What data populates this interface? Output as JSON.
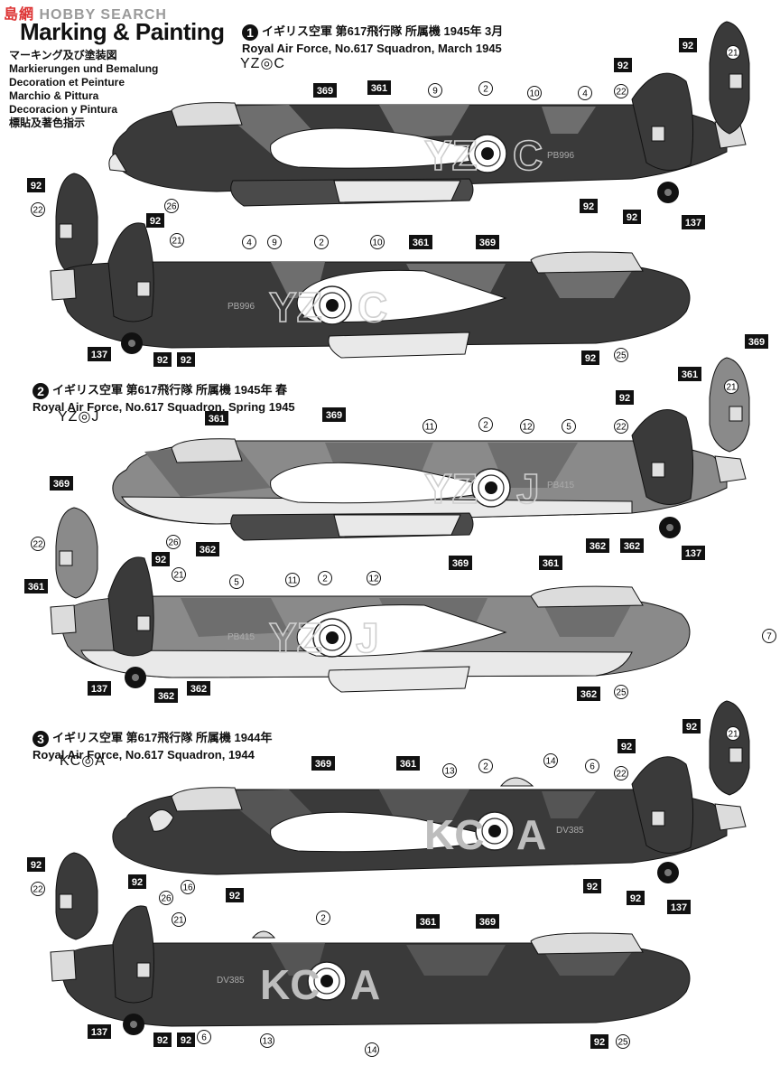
{
  "watermark": {
    "part1": "島",
    "part2": "網",
    "part3": "HOBBY SEARCH"
  },
  "header": {
    "title": "Marking & Painting",
    "languages": [
      "マーキング及び塗装図",
      "Markierungen und Bemalung",
      "Decoration et Peinture",
      "Marchio & Pittura",
      "Decoracion y Pintura",
      "標貼及著色指示"
    ]
  },
  "schemes": [
    {
      "num": "1",
      "jp": "イギリス空軍 第617飛行隊 所属機 1945年 3月",
      "en": "Royal Air Force, No.617 Squadron, March 1945",
      "code": "YZ◎C",
      "fus_left": "YZ",
      "fus_right": "C",
      "serial": "PB996"
    },
    {
      "num": "2",
      "jp": "イギリス空軍 第617飛行隊 所属機 1945年 春",
      "en": "Royal Air Force, No.617 Squadron, Spring 1945",
      "code": "YZ◎J",
      "fus_left": "YZ",
      "fus_right": "J",
      "serial": "PB415"
    },
    {
      "num": "3",
      "jp": "イギリス空軍 第617飛行隊 所属機 1944年",
      "en": "Royal Air Force, No.617 Squadron, 1944",
      "code": "KC◎A",
      "fus_left": "KC",
      "fus_right": "A",
      "serial": "DV385"
    }
  ],
  "paint": {
    "dark": "#3a3a3a",
    "camo": "#6e6e6e",
    "underside": "#e9e9e9",
    "bomb": "#4a4a4a"
  },
  "callouts": {
    "c92": "92",
    "c21": "21",
    "c22": "22",
    "c26": "26",
    "c137": "137",
    "c361": "361",
    "c369": "369",
    "c362": "362",
    "c25": "25",
    "c16": "16",
    "c2": "2",
    "c4": "4",
    "c5": "5",
    "c6": "6",
    "c7": "7",
    "c9": "9",
    "c10": "10",
    "c11": "11",
    "c12": "12",
    "c13": "13",
    "c14": "14"
  }
}
